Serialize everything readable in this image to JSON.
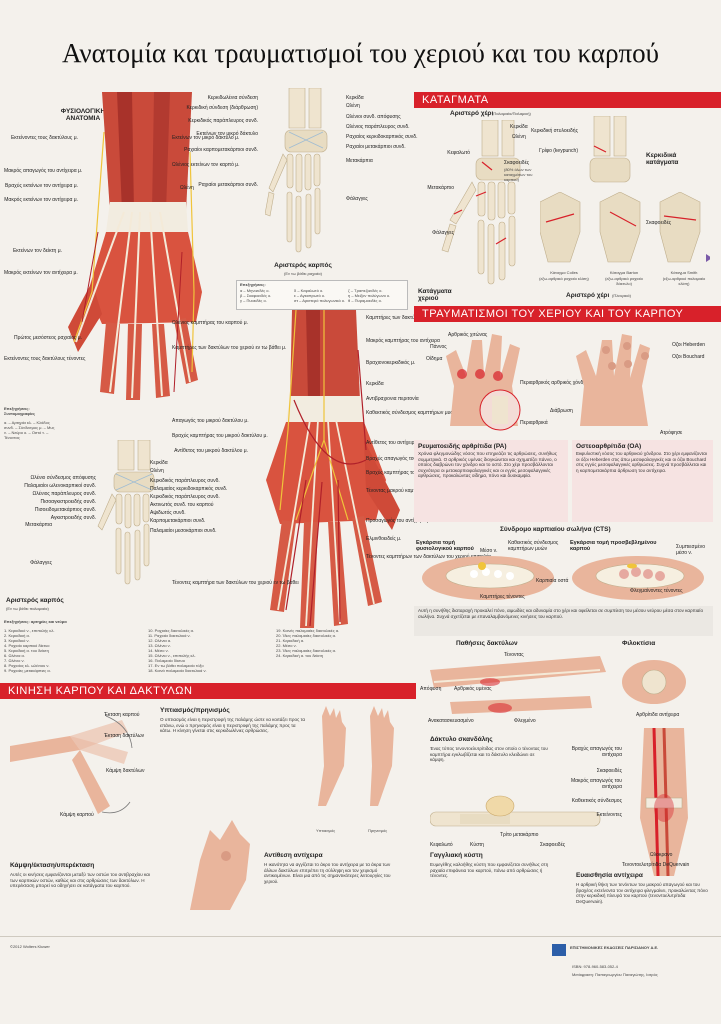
{
  "title": "Ανατομία και τραυματισμοί του χεριού και του καρπού",
  "sections": {
    "fractures": "ΚΑΤΑΓΜΑΤΑ",
    "injuries": "ΤΡΑΥΜΑΤΙΣΜΟΙ ΤΟΥ ΧΕΡΙΟΥ ΚΑΙ ΤΟΥ ΚΑΡΠΟΥ",
    "movement": "ΚΙΝΗΣΗ ΚΑΡΠΟΥ ΚΑΙ ΔΑΚΤΥΛΩΝ"
  },
  "physio": {
    "heading": "ΦΥΣΙΟΛΟΓΙΚΗ ΑΝΑΤΟΜΙΑ",
    "left_labels": [
      "Εκτείνοντες τους δακτύλους μ.",
      "Μακρός απαγωγός του αντίχειρα μ.",
      "Βραχύς εκτείνων τον αντίχειρα μ.",
      "Μακρός εκτείνων τον αντίχειρα μ.",
      "Εκτείνων τον δείκτη μ.",
      "Μακρός εκτείνων τον αντίχειρα μ.",
      "Πρώτος μεσόστεος ραχιαίος μ.",
      "Εκτείνοντες τους δακτύλους τένοντες"
    ],
    "center_labels": [
      "Εκτείνων τον μικρό δάκτυλο μ.",
      "Ωλένιος εκτείνων τον καρπό μ.",
      "Ωλένη"
    ],
    "numbers": [
      "1",
      "2",
      "3",
      "4",
      "5",
      "6",
      "7",
      "8",
      "9",
      "10",
      "11"
    ],
    "legend_title": "Επεξηγήσεις: Συντομογραφίες",
    "legend": "α. – Αρτηρία κλ. – Κλάδος συνδ. – Σύνδεσμος μ. – Μυς ν. – Νεύρο ο. – Οστό τ. – Τένοντας"
  },
  "skeleton_top": {
    "labels": [
      "Κερκιδωλένια σύνδεση",
      "Κερκιδική σύνδεση (διάρθρωση)",
      "Κερκιδικός παράπλευρος συνδ.",
      "Εκτείνων τον μικρό δάκτυλο",
      "Ραχιαίοι καρπομετακάρπιοι συνδ.",
      "Ραχιαίοι μετακάρπιοι συνδ.",
      "Κερκίδα",
      "Ωλένη",
      "Ωλένιοι συνδ. απόφυσης",
      "Ωλένιος παράπλευρος συνδ.",
      "Ραχιαίος κερκιδοκαρπικός συνδ.",
      "Ραχιαίοι μετακάρπιοι συνδ.",
      "Μετακάρπια",
      "Φάλαγγες"
    ],
    "caption": "Αριστερός καρπός",
    "caption_sub": "(Εν τω βάθει ραχιαία)",
    "legend_title": "Επεξηγήσεις:",
    "legend": [
      "α – Μηνοειδές ο.",
      "β – Σκαφοειδές ο.",
      "γ – Πυοειδές ο.",
      "δ – Κεφαλωτό ο.",
      "ε – Αγκιστρωτό ο.",
      "στ – Αριστερό πολυγωνικό ο.",
      "ζ – Τραπεζοειδές ο.",
      "η – Μείζον πολύγωνο ο.",
      "θ – Πυραμοειδές ο."
    ]
  },
  "palm": {
    "left_labels": [
      "Ωλένιος καμπτήρας του καρπού μ.",
      "Καμπτήρες των δακτύλων του χεριού εν τω βάθει μ.",
      "Απαγωγός του μικρού δακτύλου μ.",
      "Βραχύς καμπτήρας του μικρού δακτύλου μ.",
      "Αντίθετος του μικρού δακτύλου μ.",
      "Τένοντες καμπτήρα των δακτύλων του χεριού εν τω βάθει"
    ],
    "right_labels": [
      "Καμπτήρες των δακτύλων του χεριού επιπολής",
      "Μακρός καμπτήρας του αντίχειρα",
      "Βραχιονοκερκιδικός μ.",
      "Κερκίδα",
      "Αντιβραχιονια περιτονία",
      "Καθεκτικός σύνδεσμος καμπτήρων μυών",
      "Αντίθετος του αντίχειρα μ.",
      "Βραχύς απαγωγός του αντίχειρα μ.",
      "Βραχύς καμπτήρας του αντίχειρα μ.",
      "Τένοντας μακρού καμπτήρα του αντίχειρα",
      "Προσαγωγός του αντίχειρα μ.",
      "Ελμινθοειδείς μ.",
      "Τένοντες καμπτήρων των δακτύλων του χεριού επιπολής"
    ],
    "numbers": [
      "12",
      "13",
      "14",
      "15",
      "16",
      "17",
      "18",
      "19",
      "20",
      "21",
      "22",
      "23",
      "24"
    ]
  },
  "skeleton_bottom": {
    "labels": [
      "Κερκίδα",
      "Ωλένη",
      "Ωλένιο σύνδεσμος απόφυσης",
      "Παλαμιαίοι ωλενοκαρπικοί συνδ.",
      "Ωλένιος παράπλευρος συνδ.",
      "Πισοαγκιστροειδής συνδ.",
      "Πισοειδομετακάρπιος συνδ.",
      "Αγκιστροειδής συνδ.",
      "Μετακάρπια",
      "Φάλαγγες",
      "Κερκιδικός παράπλευρος συνδ.",
      "Παλαμιαίος κερκιδοκαρπικός συνδ.",
      "Κερκιδικός παράπλευρος συνδ.",
      "Ακτινωτός συνδ. του καρπού",
      "Αψιδωτός συνδ.",
      "Καρπομετακάρπιοι συνδ.",
      "Παλαμιαίοι μεσοκάρπιοι συνδ."
    ],
    "caption": "Αριστερός καρπός",
    "caption_sub": "(Εν τω βάθει παλαμιαία)"
  },
  "arteries": {
    "title": "Επεξηγήσεις: αρτηρίες και νεύρα",
    "col1": [
      "1. Κερκιδικό ν., επιπολής κλ.",
      "2. Κερκιδική α.",
      "3. Κερκιδικό ν.",
      "4. Ραχιαίο καρπικό δίκτυο",
      "5. Κερκιδική α. του δείκτη",
      "6. Ωλένια α.",
      "7. Ωλένιο ν.",
      "8. Ραχιαίος κλ. ωλένιου ν.",
      "9. Ραχιαίες μετακάρπιες α."
    ],
    "col2": [
      "10. Ραχιαίες δακτυλικές α.",
      "11. Ραχιαία δακτυλικά ν.",
      "12. Ωλένια α.",
      "13. Ωλένιο ν.",
      "14. Μέσο ν.",
      "15. Ωλένιο ν., επιπολής κλ.",
      "16. Παλαμιαίο δίκτυο",
      "17. Εν τω βάθει παλαμιαίο τόξο",
      "18. Κοινά παλαμιαία δακτυλικά ν."
    ],
    "col3": [
      "19. Κοινές παλαμιαίες δακτυλικές α.",
      "20. Ίδιες παλαμιαίες δακτυλικές α.",
      "21. Κερκιδική α.",
      "22. Μέσο ν.",
      "23. Ίδιες παλαμιαίες δακτυλικές α.",
      "24. Κερκιδική α. του δείκτη"
    ]
  },
  "fractures": {
    "xray_label": "Αριστερό χέρι",
    "xray_sub": "(Παλαμιαία/Παλαμική)",
    "labels": [
      "Κερκίδα",
      "Ωλένη",
      "Κεφαλωτό",
      "Σκαφοειδές",
      "Μετακάρπιο",
      "Φάλαγγες"
    ],
    "scaphoid_note": "(80% όλων των καταγμάτων του καρπού)",
    "caption": "Κατάγματα χεριού",
    "radial_labels": [
      "Κερκιδική στυλοειδής",
      "Γρίφο (keypunch)"
    ],
    "radial_title": "Κερκιδικά κατάγματα",
    "scaphoid": "Σκαφοειδές",
    "types": [
      "Κάταγμα Colles",
      "Κάταγμα Barton",
      "Κάταγμα Smith"
    ],
    "types_sub": [
      "(εξω-αρθρικό ραχιαίο κλίση)",
      "(εξω-αρθρικό ραχιαίο δάκτυλο)",
      "(εξω-αρθρικό παλαμιαίο κλίση)"
    ],
    "caption2": "Αριστερό χέρι",
    "caption2_sub": "(Πλευρικά)"
  },
  "injuries": {
    "ra_labels": [
      "Αρθρικός χιτώνας",
      "Πάννος",
      "Οίδημα",
      "Περιαρθρικός αρθρικός χόνδρος",
      "Διάβρωση",
      "Περιαρθρικά"
    ],
    "oa_labels": [
      "Οζοι Heberden",
      "Οζοι Bouchard",
      "Ατρόφησε"
    ],
    "ra_title": "Ρευματοειδής αρθρίτιδα (ΡΑ)",
    "ra_text": "Χρόνια φλεγμονώδης νόσος που επηρεάζει τις αρθρώσεις, συνήθως συμμετρικά. Ο αρθρικός υμένας διογκώνεται και σχηματίζει πάννο, ο οποίος διαβρώνει τον χόνδρο και το οστό. Στο χέρι προσβάλλονται συχνότερα οι μετακαρπιοφαλαγγικές και οι εγγύς μεσοφαλαγγικές αρθρώσεις, προκαλώντας οίδημα, πόνο και δυσκαμψία.",
    "oa_title": "Οστεοαρθρίτιδα (ΟΑ)",
    "oa_text": "Εκφυλιστική νόσος του αρθρικού χόνδρου. Στο χέρι εμφανίζονται οι όζοι Heberden στις άπω μεσοφαλαγγικές και οι όζοι Bouchard στις εγγύς μεσοφαλαγγικές αρθρώσεις. Συχνά προσβάλλεται και η καρπομετακάρπια άρθρωση του αντίχειρα.",
    "cts_title": "Σύνδρομο καρπιαίου σωλήνα (CTS)",
    "cts_a": "Εγκάρσια τομή φυσιολογικού καρπού",
    "cts_b": "Εγκάρσια τομή προσβεβλημένου καρπού",
    "cts_labels": [
      "Μέσο ν.",
      "Καθεκτικός σύνδεσμος καμπτήρων μυών",
      "Καρπιαία οστά",
      "Καμπτήρες τένοντες",
      "Συμπιεσμένο μέσο ν.",
      "Φλεγμαίνοντες τένοντες"
    ],
    "cts_text": "Αυτή η συνήθης διαταραχή προκαλεί πόνο, αιμωδίες και αδυναμία στο χέρι και οφείλεται σε συμπίεση του μέσου νεύρου μέσα στον καρπιαίο σωλήνα. Συχνά σχετίζεται με επαναλαμβανόμενες κινήσεις του καρπού.",
    "tendon_title": "Παθήσεις δακτύλων",
    "tendon_labels": [
      "Τένοντας",
      "Απόφυση",
      "Αρθρικός υμένας",
      "Ανακατασκευασμένο",
      "Φλεγμένο"
    ],
    "trigger_title": "Δάκτυλο σκανδάλης",
    "trigger_text": "Ένας τύπος τενοντοελυτρίτιδας στον οποίο ο τένοντας του καμπτήρα εγκλωβίζεται και το δάκτυλο κλειδώνει σε κάμψη.",
    "ganglion_title": "Γαγγλιακή κύστη",
    "ganglion_text": "Ευμεγέθης καλοήθης κύστη που εμφανίζεται συνήθως στη ραχιαία επιφάνεια του καρπού, πάνω από αρθρώσεις ή τένοντες.",
    "ganglion_labels": [
      "Κεφαλωτό",
      "Κύστη",
      "Τρίτο μετακάρπιο",
      "Σκαφοειδές"
    ],
    "felon_title": "Φιλοκτίσια",
    "felon_label": "Αρθρίτιδα αντίχειρα",
    "dq_labels": [
      "Βραχύς απαγωγός του αντίχειρα",
      "Σκαφοειδές",
      "Μακρός απαγωγός του αντίχειρα",
      "Καθεκτικός σύνδεσμος",
      "Εκτείνοντες",
      "Ωλοκρανο",
      "Τενοντοελυτρίτιδα DeQuervain"
    ],
    "dq_title": "Ευαισθησία αντίχειρα",
    "dq_text": "Η αρθρική θήκη των τενόντων του μακρού απαγωγού και του βραχέος εκτείνοντα τον αντίχειρα φλεγμαίνει, προκαλώντας πόνο στην κερκιδική πλευρά του καρπού (τενοντοελυτρίτιδα DeQuervain)."
  },
  "movement": {
    "labels": [
      "Έκταση καρπού",
      "Έκταση δακτύλων",
      "Κάμψη δακτύλων",
      "Κάμψη καρπού"
    ],
    "flex_title": "Κάμψη/έκταση/υπερέκταση",
    "flex_text": "Αυτές οι κινήσεις εμφανίζονται μεταξύ των οστών του αντιβραχίου και των καρπικών οστών, καθώς και στις αρθρώσεις των δακτύλων. Η υπερέκταση μπορεί να οδηγήσει σε κατάγματα του καρπού.",
    "sup_title": "Υπτιασμός/πρηνισμός",
    "sup_text": "Ο υπτιασμός είναι η περιστροφή της παλάμης ώστε να κοιτάζει προς τα επάνω, ενώ ο πρηνισμός είναι η περιστροφή της παλάμης προς τα κάτω. Η κίνηση γίνεται στις κερκιδωλένιες αρθρώσεις.",
    "hand_labels": [
      "Υπτιασμός",
      "Πρηνισμός"
    ],
    "opp_title": "Αντίθεση αντίχειρα",
    "opp_text": "Η ικανότητα να αγγίζεται το άκρο του αντίχειρα με τα άκρα των άλλων δακτύλων επιτρέπει τη σύλληψη και τον χειρισμό αντικειμένων. Είναι μια από τις σημαντικότερες λειτουργίες του χεριού."
  },
  "footer": {
    "copyright": "©2012 Wolters Kluwer",
    "publisher": "ΕΠΙΣΤΗΜΟΝΙΚΕΣ ΕΚΔΟΣΕΙΣ ΠΑΡΙΣΙΑΝΟΥ Α.Ε.",
    "isbn": "ISBN: 978-960-583-052-4",
    "translation": "Μετάφραση: Παπαγεωργίου Παναγιώτης, Ιατρός"
  },
  "colors": {
    "accent": "#d8212a",
    "muscle": "#c1382f",
    "bone": "#efe4cf",
    "nerve": "#f0c43a",
    "artery": "#b0202a",
    "skin": "#e9b59c"
  }
}
